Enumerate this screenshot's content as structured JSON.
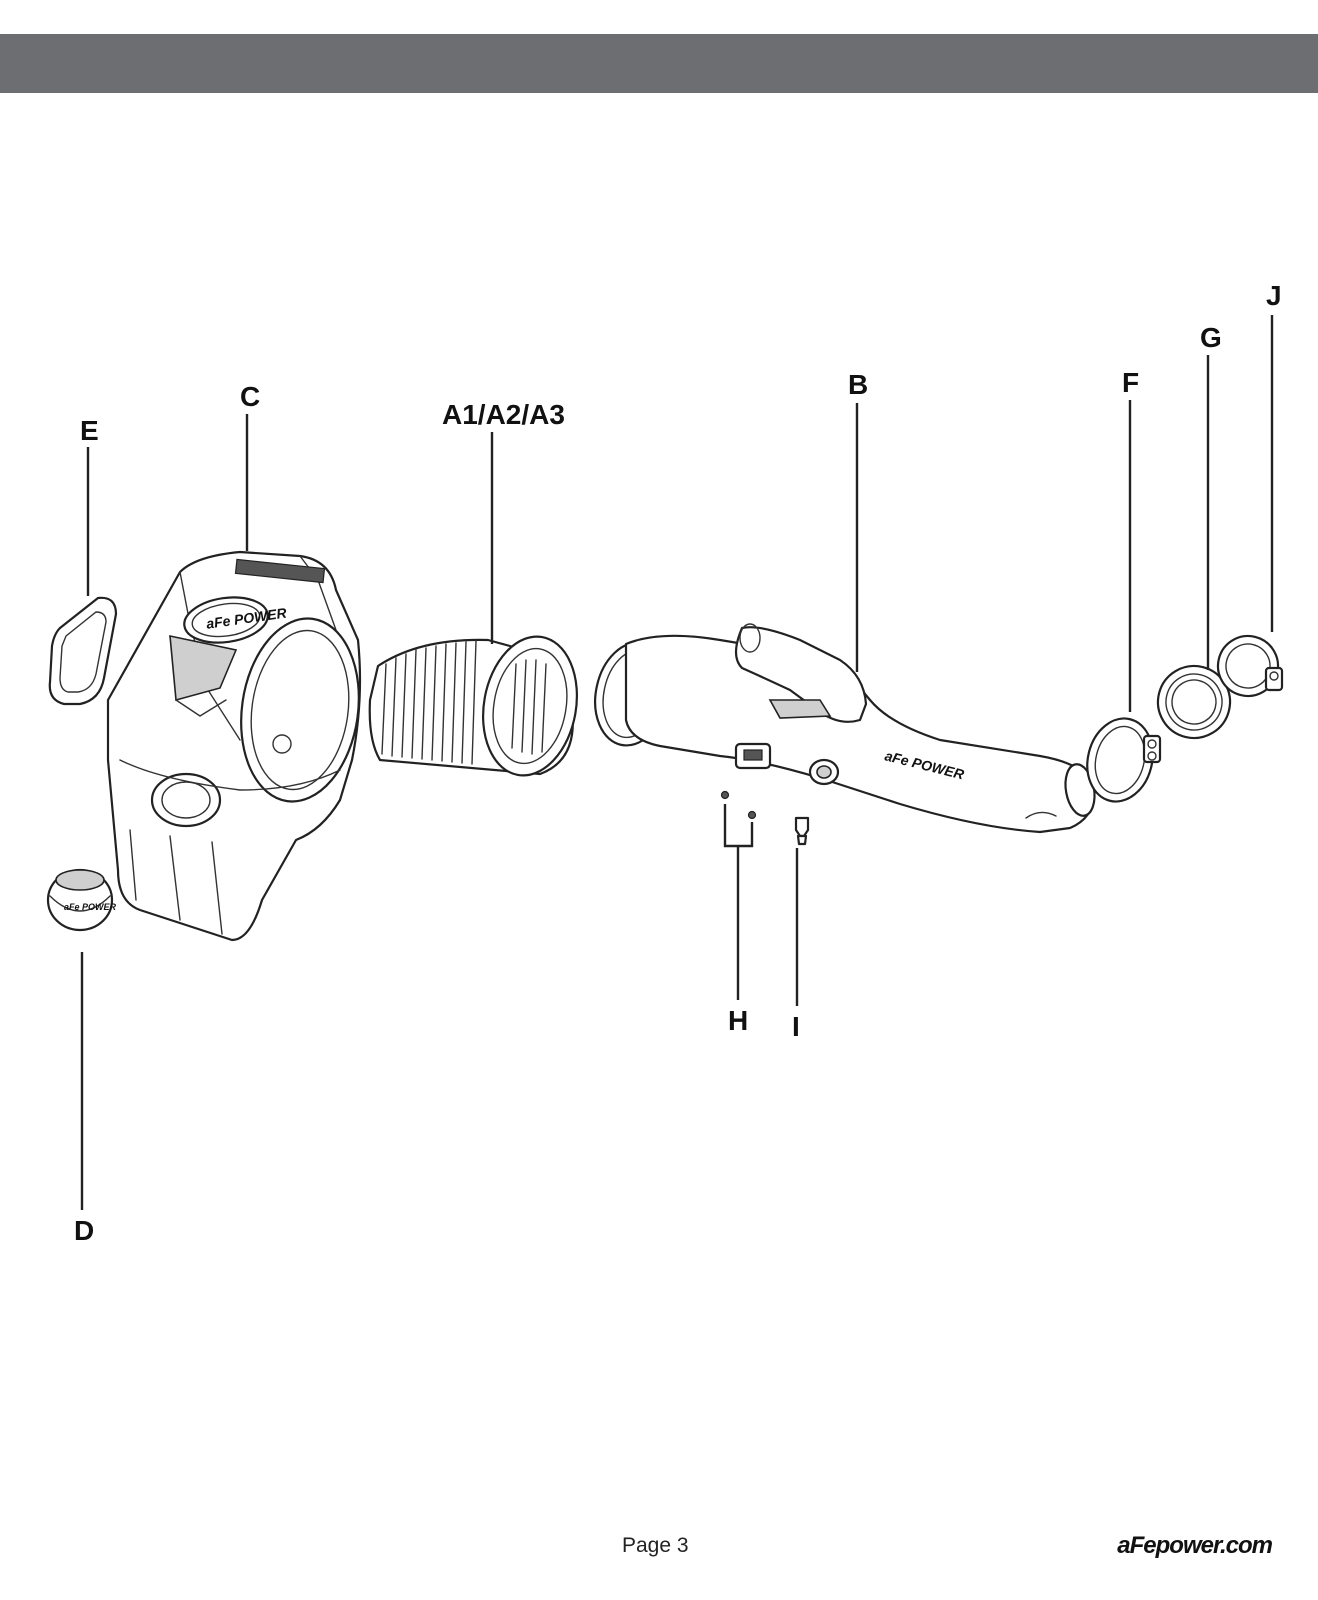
{
  "header": {
    "bar_color": "#6d6e71"
  },
  "labels": {
    "a": "A1/A2/A3",
    "b": "B",
    "c": "C",
    "d": "D",
    "e": "E",
    "f": "F",
    "g": "G",
    "h": "H",
    "i": "I",
    "j": "J"
  },
  "logo_text": "aFe POWER",
  "footer": {
    "page": "Page 3",
    "website": "aFepower.com"
  }
}
